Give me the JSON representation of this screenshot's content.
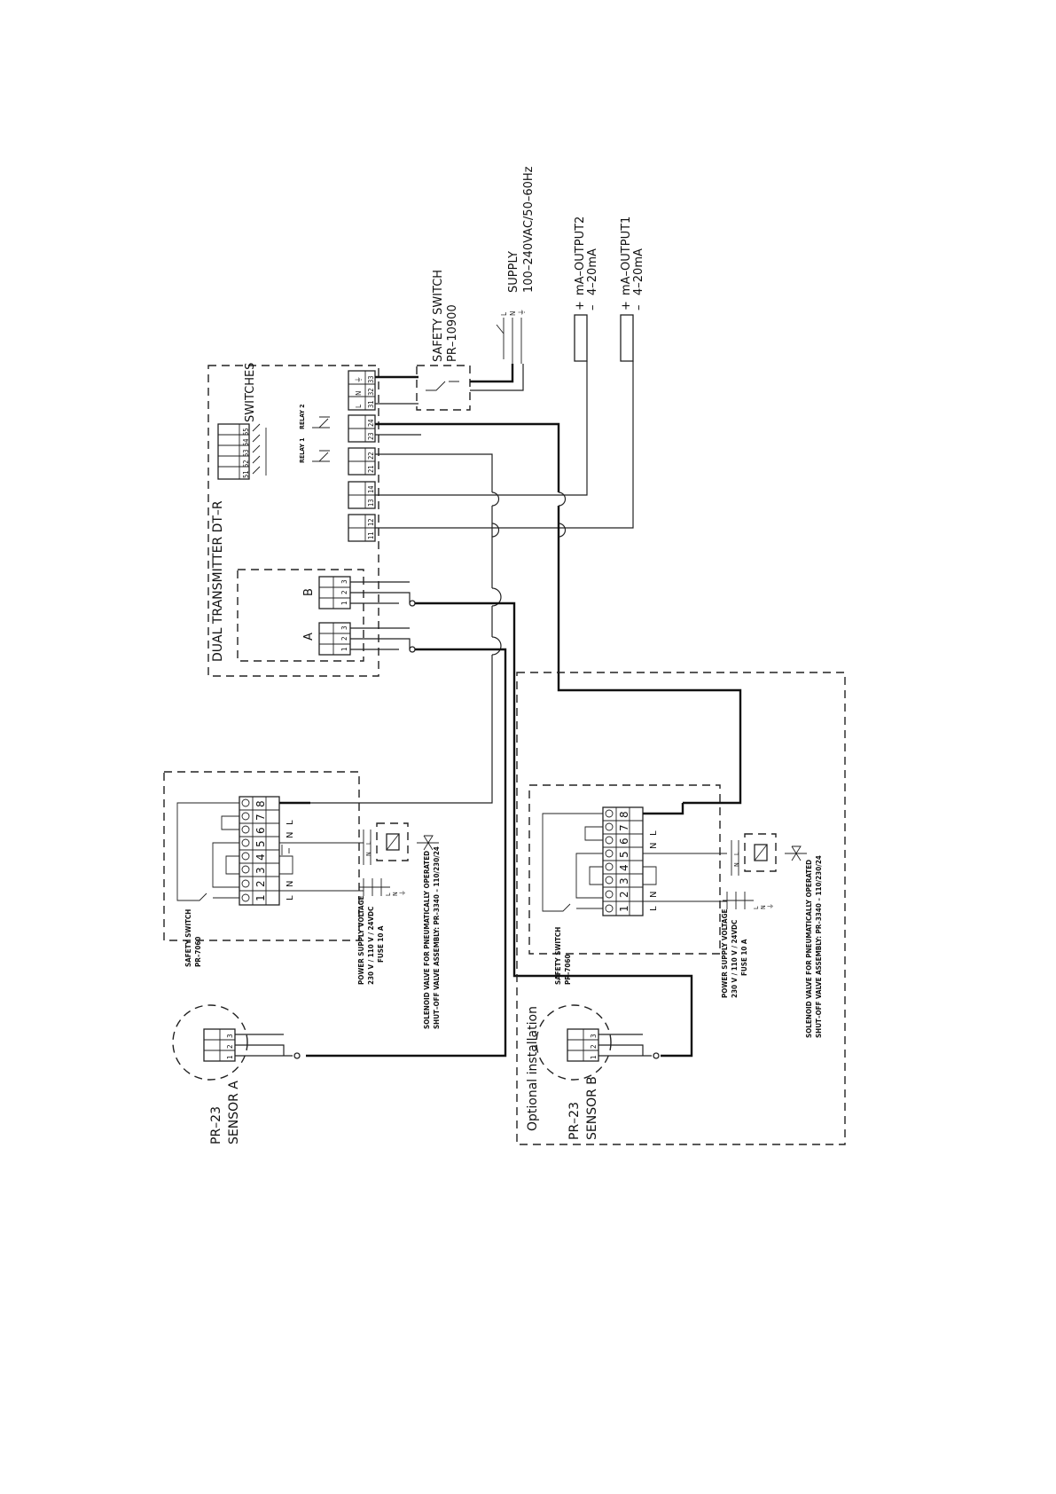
{
  "labels": {
    "supply": "SUPPLY",
    "supply_spec": "100–240VAC/50–60Hz",
    "safety_switch_top": "SAFETY SWITCH",
    "safety_switch_top_pn": "PR–10900",
    "mA_output2": "mA–OUTPUT2",
    "mA_output2_range": "4–20mA",
    "mA_output1": "mA–OUTPUT1",
    "mA_output1_range": "4–20mA",
    "switches": "SWITCHES",
    "relay1": "RELAY 1",
    "relay2": "RELAY 2",
    "dual_transmitter": "DUAL TRANSMITTER DT–R",
    "input_a": "A",
    "input_b": "B",
    "safety_switch_unit": "SAFETY SWITCH",
    "safety_switch_unit_pn": "PR–7060",
    "power_supply_voltage": "POWER SUPPLY VOLTAGE",
    "power_supply_values": "230 V / 110 V / 24VDC",
    "fuse": "FUSE 10 A",
    "solenoid_line1": "SOLENOID VALVE FOR PNEUMATICALLY OPERATED",
    "solenoid_line2": "SHUT–OFF VALVE ASSEMBLY: PR–3340 – 110/230/24",
    "sensor_model": "PR–23",
    "sensor_a": "SENSOR A",
    "sensor_b": "SENSOR B",
    "optional_installation": "Optional installation"
  },
  "terminals": {
    "supply": [
      "L",
      "N",
      "⏚"
    ],
    "output_sign": [
      "+",
      "–"
    ],
    "top_block": [
      "31",
      "32",
      "33"
    ],
    "top_block_letters": [
      "L",
      "N",
      "⏚"
    ],
    "relay2": [
      "23",
      "24"
    ],
    "relay1": [
      "21",
      "22"
    ],
    "out2": [
      "13",
      "14"
    ],
    "out1": [
      "11",
      "12"
    ],
    "switch_block": [
      "51",
      "52",
      "53",
      "54",
      "55"
    ],
    "sensor_in": [
      "1",
      "2",
      "3"
    ],
    "unit_block": [
      "1",
      "2",
      "3",
      "4",
      "5",
      "6",
      "7",
      "8"
    ],
    "ln": [
      "L",
      "N"
    ],
    "nl": [
      "N",
      "L"
    ],
    "lne": [
      "L",
      "N",
      "⏚"
    ]
  }
}
